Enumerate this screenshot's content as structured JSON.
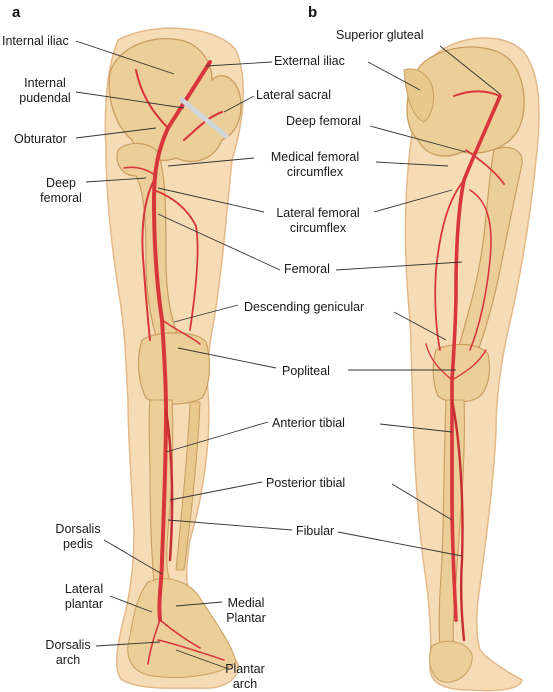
{
  "panels": {
    "a": "a",
    "b": "b"
  },
  "labels_a_left": {
    "internal_iliac": "Internal iliac",
    "internal_pudendal": "Internal\npudendal",
    "obturator": "Obturator",
    "deep_femoral": "Deep\nfemoral",
    "dorsalis_pedis": "Dorsalis\npedis",
    "lateral_plantar": "Lateral\nplantar",
    "dorsalis_arch": "Dorsalis\narch"
  },
  "labels_a_foot": {
    "medial_plantar": "Medial\nPlantar",
    "plantar_arch": "Plantar\narch"
  },
  "labels_center": {
    "external_iliac": "External iliac",
    "lateral_sacral": "Lateral sacral",
    "medical_femoral_circumflex": "Medical femoral\ncircumflex",
    "lateral_femoral_circumflex": "Lateral femoral\ncircumflex",
    "femoral": "Femoral",
    "descending_genicular": "Descending genicular",
    "popliteal": "Popliteal",
    "anterior_tibial": "Anterior tibial",
    "posterior_tibial": "Posterior tibial",
    "fibular": "Fibular"
  },
  "labels_b": {
    "superior_gluteal": "Superior gluteal",
    "deep_femoral": "Deep femoral"
  },
  "colors": {
    "skin": "#f6dcb6",
    "skin_edge": "#e3b98a",
    "bone": "#eccf98",
    "bone_edge": "#c99d5e",
    "artery": "#d8363c",
    "artery_dark": "#a92227",
    "leader": "#333333"
  }
}
